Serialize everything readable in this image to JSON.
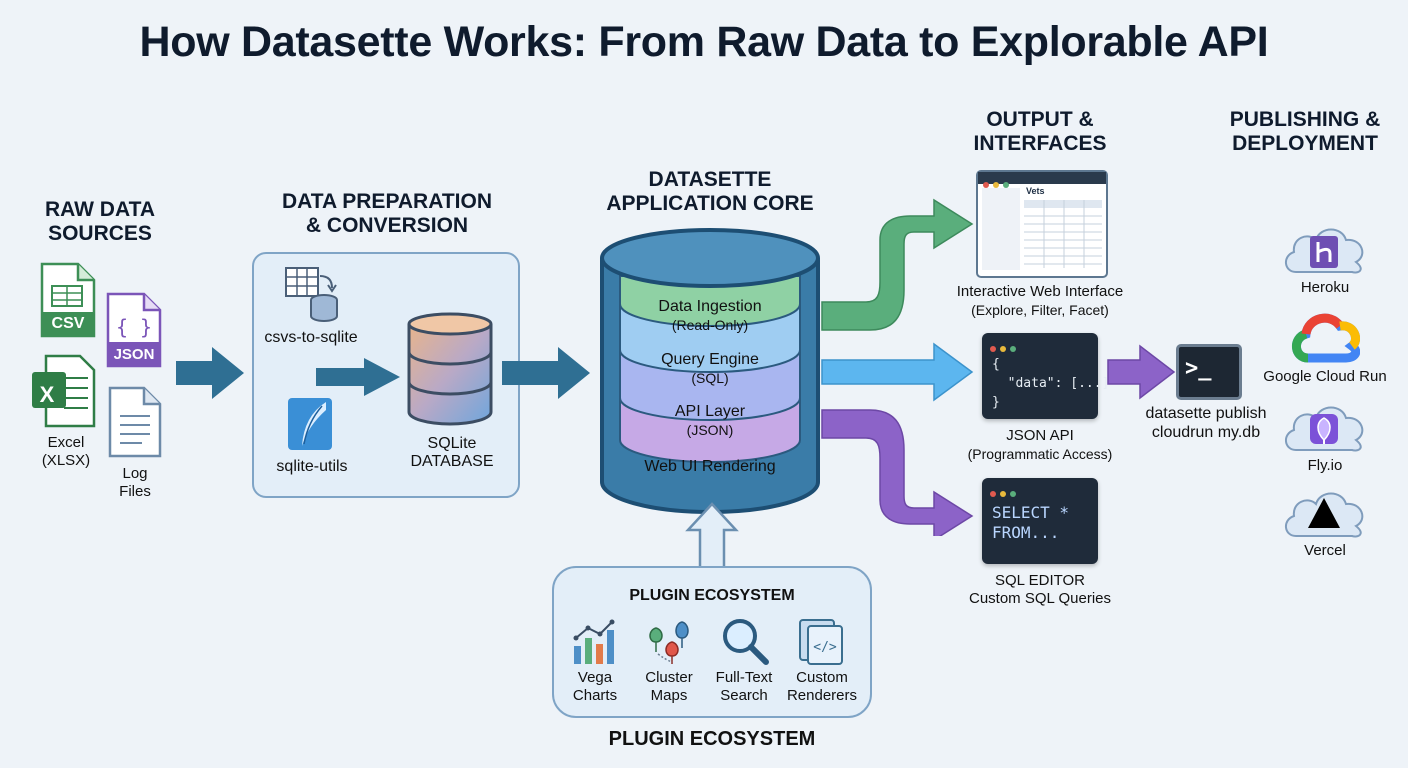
{
  "title": "How Datasette Works: From Raw Data to Explorable API",
  "sections": {
    "raw_data": "RAW DATA\nSOURCES",
    "prep": "DATA PREPARATION\n& CONVERSION",
    "core": "DATASETTE\nAPPLICATION CORE",
    "output": "OUTPUT &\nINTERFACES",
    "publishing": "PUBLISHING &\nDEPLOYMENT"
  },
  "raw_sources": {
    "csv_badge": "CSV",
    "json_badge": "JSON",
    "excel_letter": "X",
    "excel_label": "Excel\n(XLSX)",
    "log_label": "Log\nFiles"
  },
  "prep": {
    "csvs_tool": "csvs-to-sqlite",
    "sqlite_utils": "sqlite-utils",
    "sqlite_db": "SQLite\nDATABASE"
  },
  "core_layers": [
    {
      "name": "Data Ingestion",
      "sub": "(Read-Only)",
      "color": "#8fd1a4"
    },
    {
      "name": "Query Engine",
      "sub": "(SQL)",
      "color": "#9fcdf2"
    },
    {
      "name": "API Layer",
      "sub": "(JSON)",
      "color": "#a9b6f0"
    },
    {
      "name": "Web UI Rendering",
      "sub": "",
      "color": "#c6a9e6"
    }
  ],
  "plugins": {
    "inner_title": "PLUGIN ECOSYSTEM",
    "bottom_title": "PLUGIN ECOSYSTEM",
    "items": [
      "Vega\nCharts",
      "Cluster\nMaps",
      "Full-Text\nSearch",
      "Custom\nRenderers"
    ]
  },
  "outputs": {
    "web": {
      "label": "Interactive Web Interface",
      "sub": "(Explore, Filter, Facet)",
      "mini_title": "Vets"
    },
    "json": {
      "code": "{\n  \"data\": [...]\n}",
      "label": "JSON API",
      "sub": "(Programmatic Access)"
    },
    "sql": {
      "code": "SELECT *\nFROM...",
      "label": "SQL EDITOR",
      "sub": "Custom SQL Queries"
    }
  },
  "publish": {
    "prompt": ">_",
    "command": "datasette publish\ncloudrun my.db"
  },
  "platforms": [
    "Heroku",
    "Google Cloud Run",
    "Fly.io",
    "Vercel"
  ],
  "colors": {
    "green_arrow": "#5aae7c",
    "blue_arrow": "#5cb6ef",
    "purple_arrow": "#8c63c8",
    "dark_arrow": "#2f6f93",
    "heroku": "#6e4fb3"
  }
}
